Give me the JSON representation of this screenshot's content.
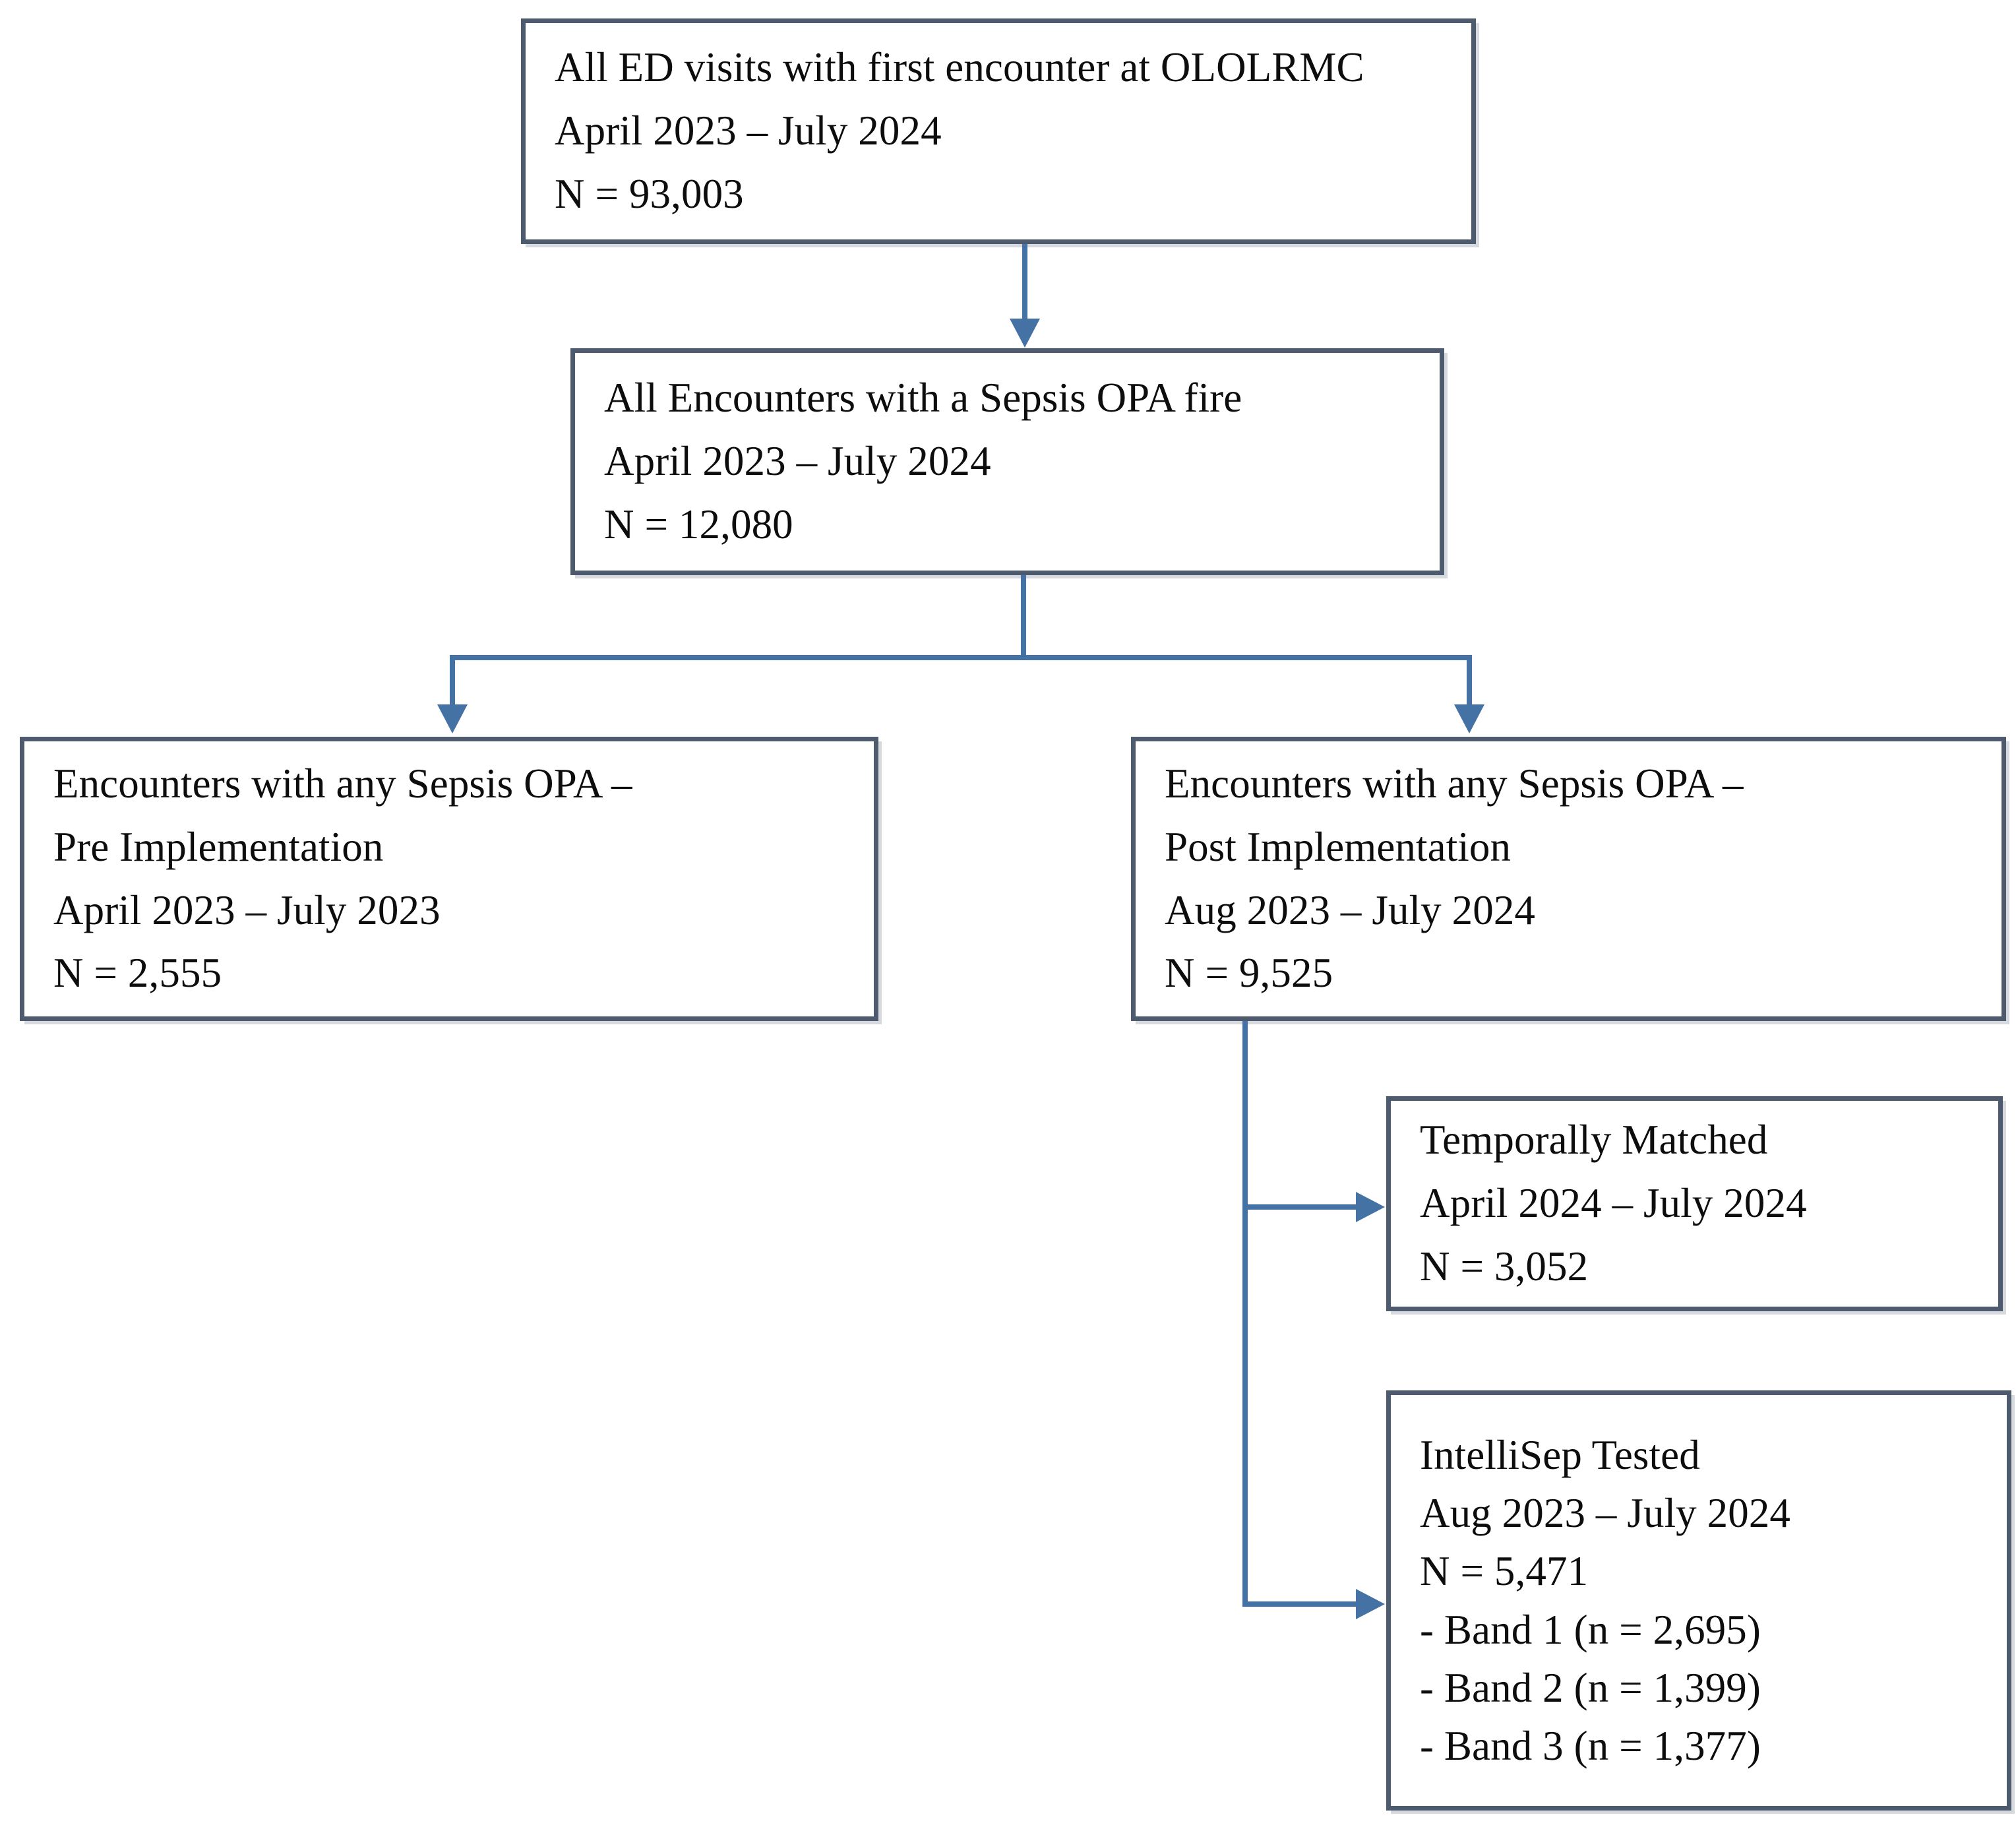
{
  "figure": {
    "type": "flowchart",
    "orientation": "top-down",
    "accent_color": "#4472a4",
    "box_border_color": "#4e5b6e",
    "background_color": "#ffffff"
  },
  "nodes": {
    "all_ed_visits": {
      "lines": [
        "All ED visits with first encounter at OLOLRMC",
        "April 2023 – July 2024",
        "N = 93,003"
      ],
      "n": "93,003",
      "period": "April 2023 – July 2024"
    },
    "all_encounters_opa_fire": {
      "lines": [
        "All Encounters with a Sepsis OPA fire",
        "April 2023 – July 2024",
        "N = 12,080"
      ],
      "n": "12,080",
      "period": "April 2023 – July 2024"
    },
    "pre_implementation": {
      "lines": [
        "Encounters with any Sepsis OPA –",
        "Pre Implementation",
        "April 2023 – July 2023",
        "N = 2,555"
      ],
      "n": "2,555",
      "period": "April 2023 – July 2023"
    },
    "post_implementation": {
      "lines": [
        "Encounters with any Sepsis OPA –",
        "Post Implementation",
        "Aug 2023 – July 2024",
        "N = 9,525"
      ],
      "n": "9,525",
      "period": "Aug 2023 – July 2024"
    },
    "temporally_matched": {
      "lines": [
        "Temporally Matched",
        "April 2024 – July 2024",
        "N = 3,052"
      ],
      "n": "3,052",
      "period": "April 2024 – July 2024"
    },
    "intellisep_tested": {
      "lines": [
        "IntelliSep Tested",
        "Aug 2023 – July 2024",
        "N = 5,471",
        "- Band 1 (n = 2,695)",
        "- Band 2 (n = 1,399)",
        "- Band 3 (n = 1,377)"
      ],
      "n": "5,471",
      "period": "Aug 2023 – July 2024",
      "bands": [
        {
          "label": "Band 1",
          "n": "2,695"
        },
        {
          "label": "Band 2",
          "n": "1,399"
        },
        {
          "label": "Band 3",
          "n": "1,377"
        }
      ]
    }
  },
  "edges": [
    {
      "from": "all_ed_visits",
      "to": "all_encounters_opa_fire",
      "style": "vertical-arrow"
    },
    {
      "from": "all_encounters_opa_fire",
      "to": "pre_implementation",
      "style": "split-left-arrow"
    },
    {
      "from": "all_encounters_opa_fire",
      "to": "post_implementation",
      "style": "split-right-arrow"
    },
    {
      "from": "post_implementation",
      "to": "temporally_matched",
      "style": "elbow-right-arrow"
    },
    {
      "from": "post_implementation",
      "to": "intellisep_tested",
      "style": "elbow-right-arrow"
    }
  ]
}
